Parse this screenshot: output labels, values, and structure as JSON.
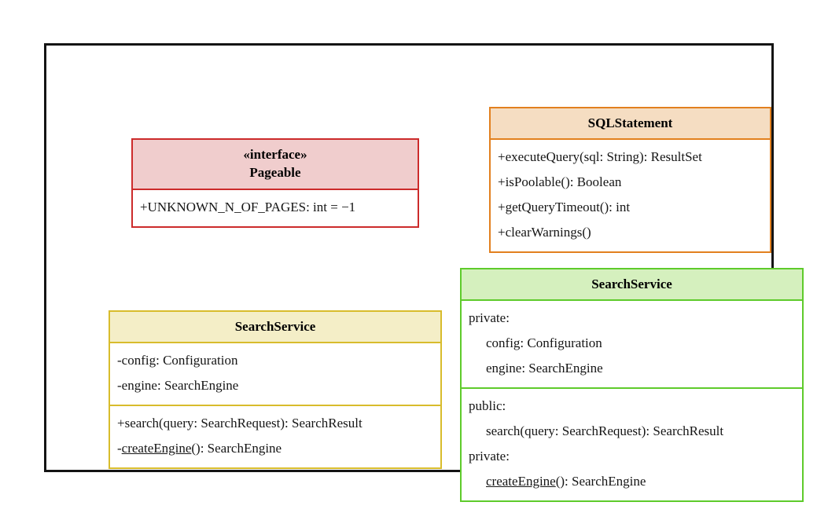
{
  "diagram": {
    "title": "UML class diagram",
    "frame_color": "#141414",
    "background": "#ffffff"
  },
  "classes": [
    {
      "id": "pageable",
      "name": "Pageable",
      "stereotype": "«interface»",
      "accent": "#cc2b2b",
      "fill": "#f0cdcd",
      "compartments": [
        {
          "kind": "attributes",
          "rows": [
            {
              "text": "+UNKNOWN_N_OF_PAGES: int = −1",
              "static": false,
              "indent": false
            }
          ]
        }
      ]
    },
    {
      "id": "sqlstatement",
      "name": "SQLStatement",
      "stereotype": "",
      "accent": "#e2801e",
      "fill": "#f5ddc2",
      "compartments": [
        {
          "kind": "operations",
          "rows": [
            {
              "text": "+executeQuery(sql: String): ResultSet",
              "static": false,
              "indent": false
            },
            {
              "text": "+isPoolable(): Boolean",
              "static": false,
              "indent": false
            },
            {
              "text": "+getQueryTimeout(): int",
              "static": false,
              "indent": false
            },
            {
              "text": "+clearWarnings()",
              "static": false,
              "indent": false
            }
          ]
        }
      ]
    },
    {
      "id": "searchservice-uml",
      "name": "SearchService",
      "stereotype": "",
      "accent": "#d8bc2c",
      "fill": "#f4eec7",
      "compartments": [
        {
          "kind": "attributes",
          "rows": [
            {
              "text": "-config: Configuration",
              "static": false,
              "indent": false
            },
            {
              "text": "-engine: SearchEngine",
              "static": false,
              "indent": false
            }
          ]
        },
        {
          "kind": "operations",
          "rows": [
            {
              "text": "+search(query: SearchRequest): SearchResult",
              "static": false,
              "indent": false
            },
            {
              "prefix": "-",
              "static_text": "createEngine",
              "suffix": "(): SearchEngine",
              "static": true,
              "indent": false
            }
          ]
        }
      ]
    },
    {
      "id": "searchservice-cpp",
      "name": "SearchService",
      "stereotype": "",
      "accent": "#5ecb2b",
      "fill": "#d5f0be",
      "compartments": [
        {
          "kind": "attributes",
          "rows": [
            {
              "text": "private:",
              "static": false,
              "indent": false
            },
            {
              "text": "config: Configuration",
              "static": false,
              "indent": true
            },
            {
              "text": "engine: SearchEngine",
              "static": false,
              "indent": true
            }
          ]
        },
        {
          "kind": "operations",
          "rows": [
            {
              "text": "public:",
              "static": false,
              "indent": false
            },
            {
              "text": "search(query: SearchRequest): SearchResult",
              "static": false,
              "indent": true
            },
            {
              "text": "private:",
              "static": false,
              "indent": false
            },
            {
              "prefix": "",
              "static_text": "createEngine",
              "suffix": "(): SearchEngine",
              "static": true,
              "indent": true
            }
          ]
        }
      ]
    }
  ]
}
